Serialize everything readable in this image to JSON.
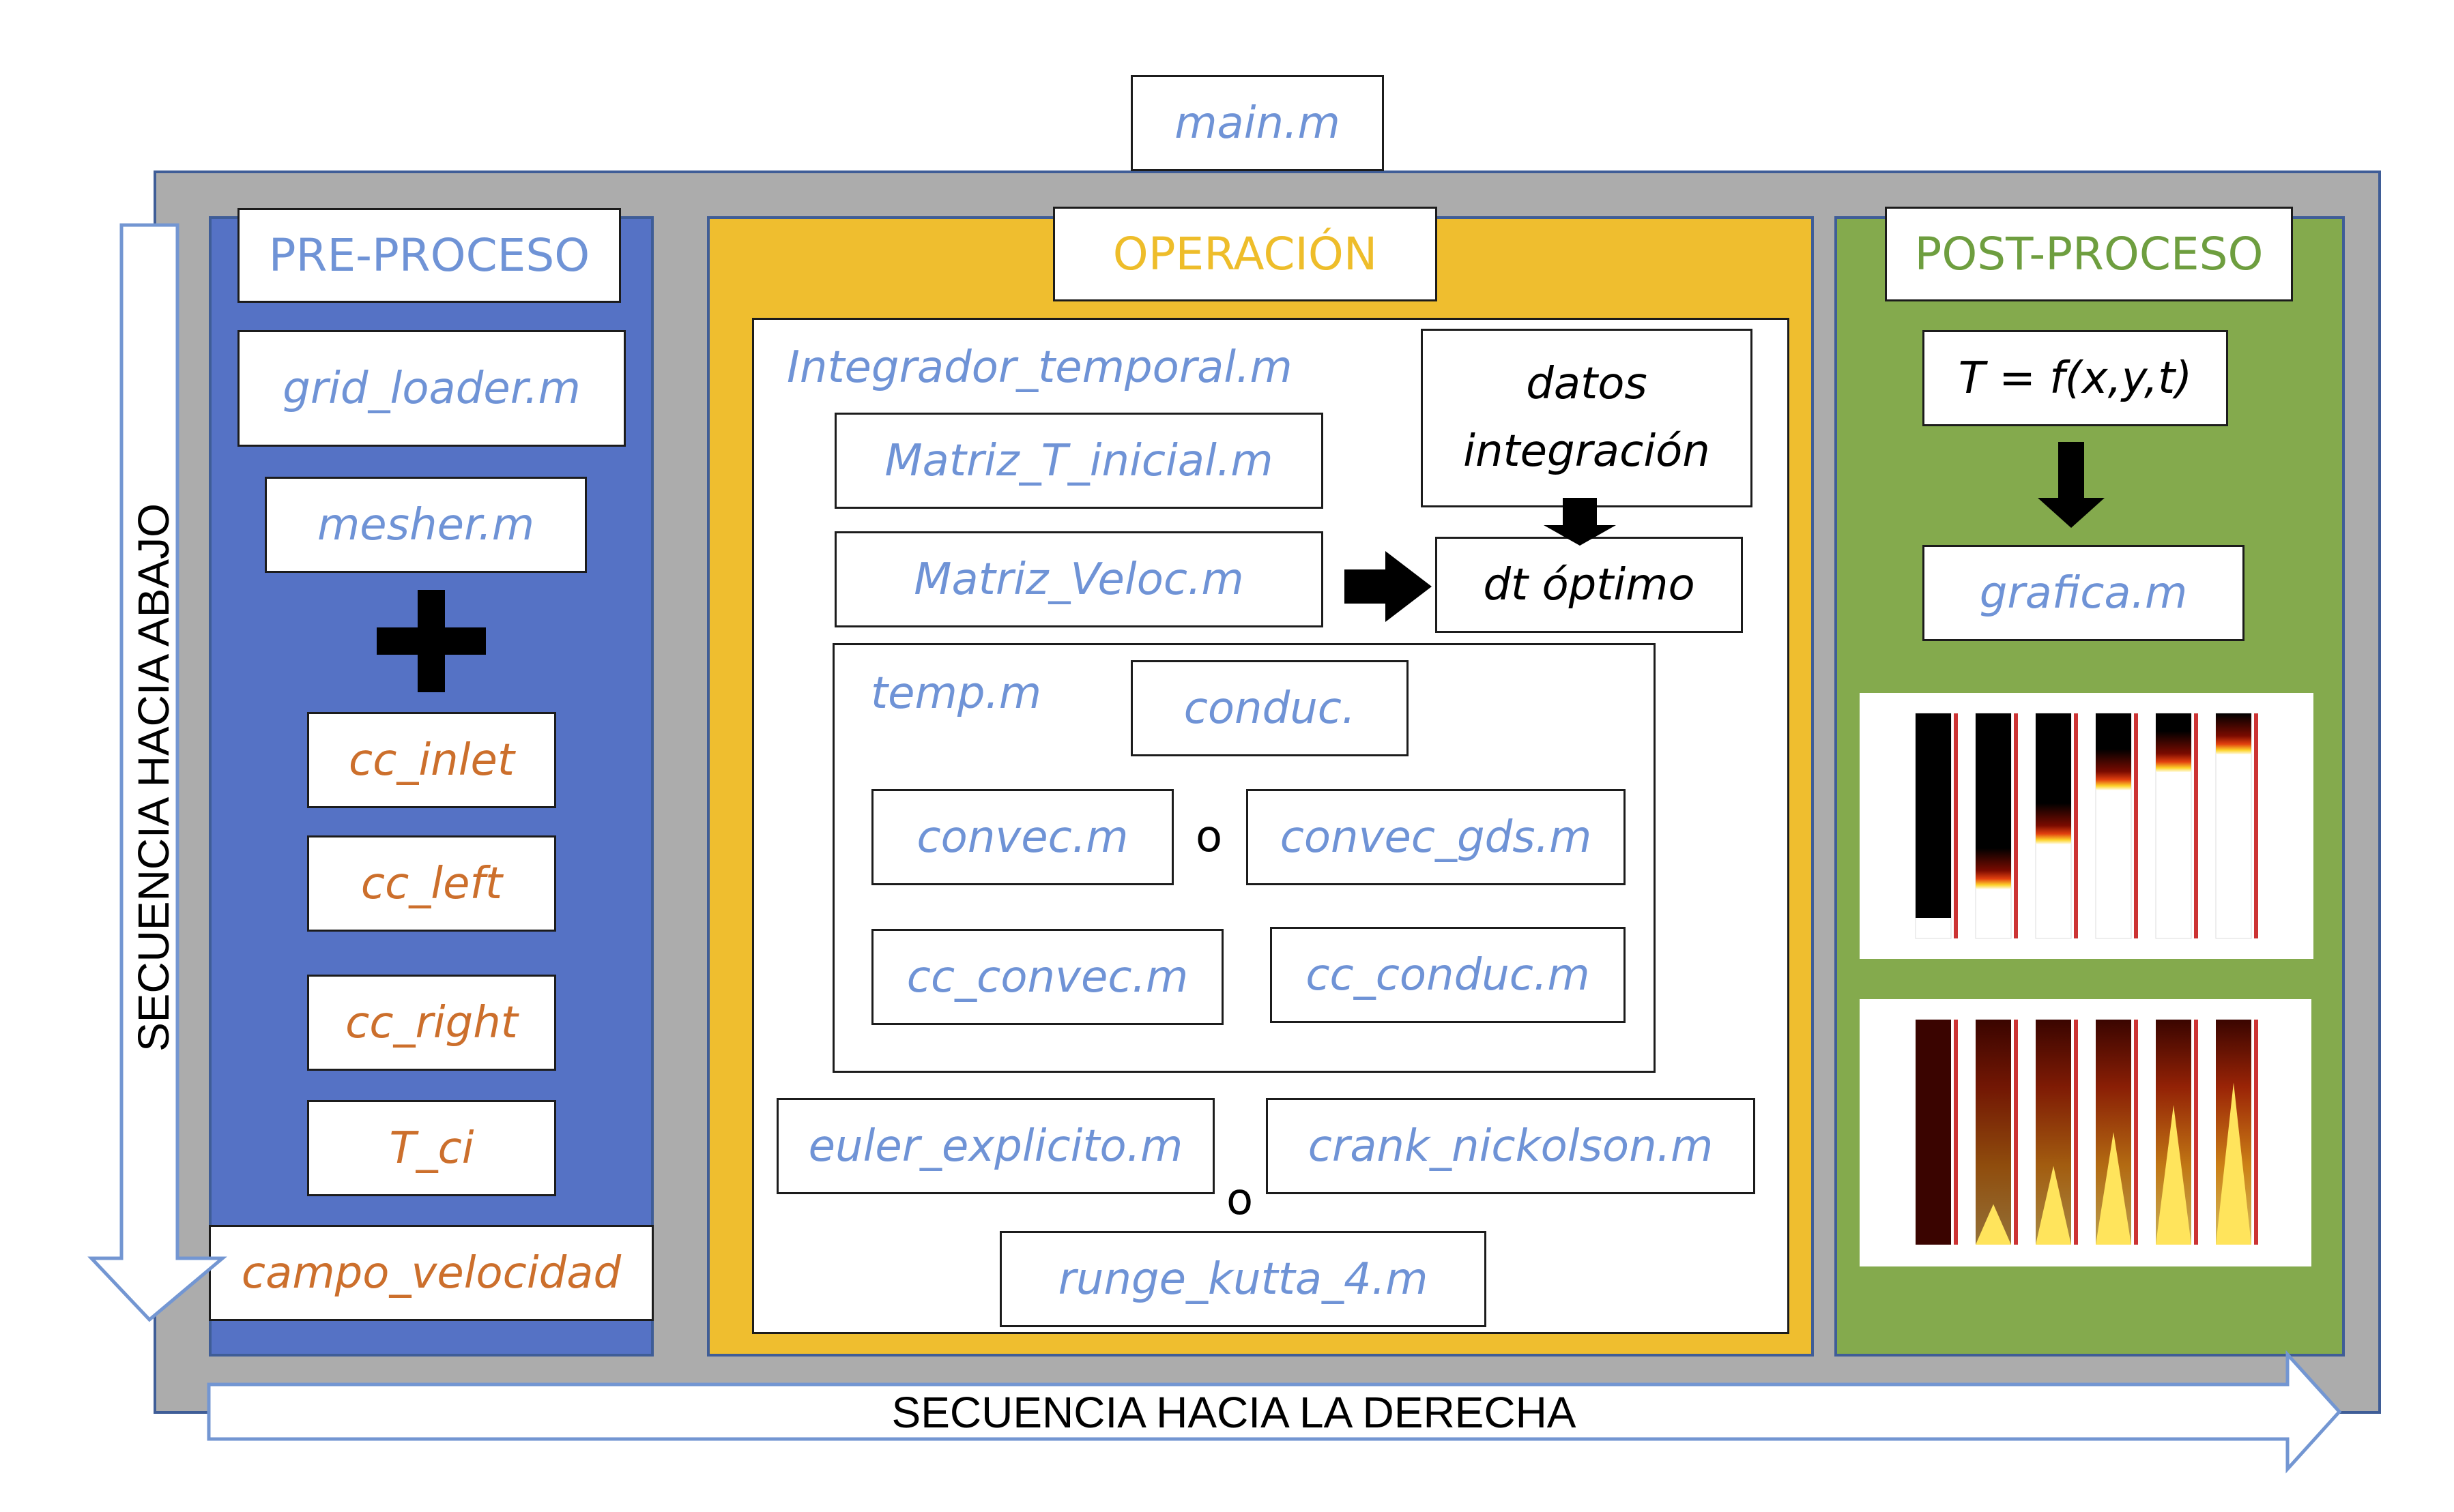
{
  "main_file": "main.m",
  "axes": {
    "down": "SECUENCIA HACIA ABAJO",
    "right": "SECUENCIA HACIA LA DERECHA"
  },
  "colors": {
    "outer_frame": "#acacac",
    "pre_panel": "#5572c5",
    "op_panel": "#efbe2f",
    "post_panel": "#84aa4d",
    "file_text_blue": "#6f93d6",
    "file_text_orange": "#cc6f2c"
  },
  "pre": {
    "title": "PRE-PROCESO",
    "grid_loader": "grid_loader.m",
    "mesher": "mesher.m",
    "cc_inlet": "cc_inlet",
    "cc_left": "cc_left",
    "cc_right": "cc_right",
    "t_ci": "T_ci",
    "campo_velocidad": "campo_velocidad"
  },
  "op": {
    "title": "OPERACIÓN",
    "integrador": "Integrador_temporal.m",
    "matriz_t": "Matriz_T_inicial.m",
    "matriz_veloc": "Matriz_Veloc.m",
    "datos_line1": "datos",
    "datos_line2": "integración",
    "dt": "dt óptimo",
    "temp": "temp.m",
    "conduc": "conduc.",
    "convec": "convec.m",
    "or1": "o",
    "convec_gds": "convec_gds.m",
    "cc_convec": "cc_convec.m",
    "cc_conduc": "cc_conduc.m",
    "euler": "euler_explicito.m",
    "crank": "crank_nickolson.m",
    "or2": "o",
    "runge": "runge_kutta_4.m"
  },
  "post": {
    "title": "POST-PROCESO",
    "formula": "T = f(x,y,t)",
    "grafica": "grafica.m"
  },
  "thumbnails": {
    "top_fill_fractions": [
      1.0,
      0.72,
      0.52,
      0.28,
      0.2,
      0.08
    ],
    "bottom_flame_heights": [
      0.0,
      0.18,
      0.35,
      0.5,
      0.62,
      0.72
    ]
  }
}
